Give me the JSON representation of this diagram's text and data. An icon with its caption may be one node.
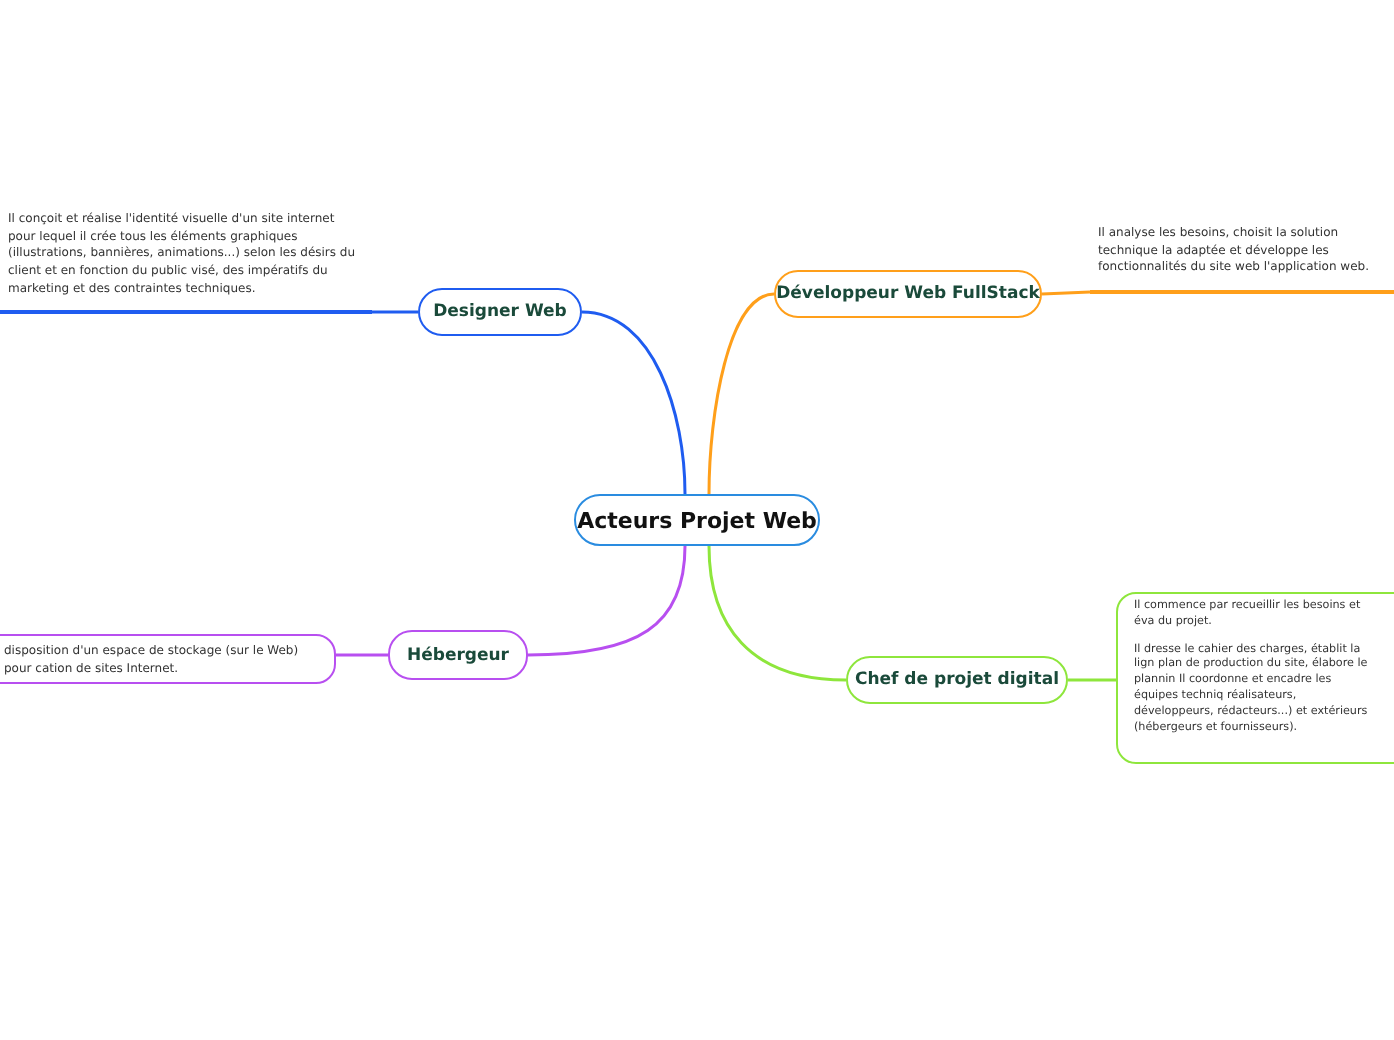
{
  "diagram": {
    "nodes": [
      {
        "text": [
          "Acteurs Projet Web"
        ]
      },
      {
        "text": [
          "Designer Web"
        ]
      },
      {
        "text": [
          "Il conçoit et réalise l'identité visuelle d'un site internet pour lequel il crée tous les éléments graphiques (illustrations, bannières, animations...) selon les désirs du client et en fonction du public visé, des impératifs du marketing et des contraintes techniques."
        ]
      },
      {
        "text": [
          "Développeur Web FullStack"
        ]
      },
      {
        "text": [
          "Il analyse les besoins, choisit la solution technique la adaptée et développe les fonctionnalités du site web l'application web."
        ]
      },
      {
        "text": [
          "Hébergeur"
        ]
      },
      {
        "text": [
          "disposition d'un espace de stockage (sur le Web) pour cation de sites Internet."
        ]
      },
      {
        "text": [
          "Chef de projet digital"
        ]
      },
      {
        "text": [
          "Il commence par recueillir les besoins et éva du projet.",
          "Il dresse le cahier des charges, établit la lign plan de production du site, élabore le plannin Il coordonne et encadre les équipes techniq réalisateurs, développeurs, rédacteurs...) et extérieurs (hébergeurs et fournisseurs)."
        ]
      }
    ],
    "edges": [
      {
        "from": 0,
        "to": 1,
        "arrow": "none",
        "color": "#1f5cf0"
      },
      {
        "from": 1,
        "to": 2,
        "arrow": "none",
        "color": "#1f5cf0"
      },
      {
        "from": 0,
        "to": 3,
        "arrow": "none",
        "color": "#ff9f1a"
      },
      {
        "from": 3,
        "to": 4,
        "arrow": "none",
        "color": "#ff9f1a"
      },
      {
        "from": 0,
        "to": 5,
        "arrow": "none",
        "color": "#b84ff0"
      },
      {
        "from": 5,
        "to": 6,
        "arrow": "none",
        "color": "#b84ff0"
      },
      {
        "from": 0,
        "to": 7,
        "arrow": "none",
        "color": "#8ee63c"
      },
      {
        "from": 7,
        "to": 8,
        "arrow": "none",
        "color": "#8ee63c"
      }
    ]
  }
}
